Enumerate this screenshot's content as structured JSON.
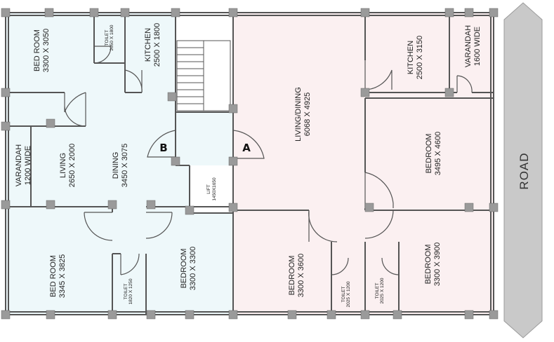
{
  "road": {
    "label": "ROAD"
  },
  "flat_b": {
    "marker": "B",
    "rooms": [
      {
        "id": "bedroom-1",
        "name": "BED ROOM",
        "dims": "3300 X 3050"
      },
      {
        "id": "toilet-1",
        "name": "TOILET",
        "dims": "2050 X 1800"
      },
      {
        "id": "kitchen-1",
        "name": "KITCHEN",
        "dims": "2500 X 1800"
      },
      {
        "id": "verandah-1",
        "name": "VARANDAH",
        "dims": "1200 WIDE"
      },
      {
        "id": "living-1",
        "name": "LIVING",
        "dims": "2650 X 2000"
      },
      {
        "id": "dining-1",
        "name": "DINING",
        "dims": "3450 X 3075"
      },
      {
        "id": "bedroom-2",
        "name": "BED ROOM",
        "dims": "3345 X 3825"
      },
      {
        "id": "toilet-2",
        "name": "TOILET",
        "dims": "1820 X 1250"
      },
      {
        "id": "bedroom-3",
        "name": "BEDROOM",
        "dims": "3300 X 3300"
      }
    ]
  },
  "core": {
    "lift": {
      "name": "LIFT",
      "dims": "1450X1650"
    }
  },
  "flat_a": {
    "marker": "A",
    "rooms": [
      {
        "id": "living-dining-a",
        "name": "LIVING/DINING",
        "dims": "6068 X 4925"
      },
      {
        "id": "kitchen-a",
        "name": "KITCHEN",
        "dims": "2500 X 3150"
      },
      {
        "id": "verandah-a",
        "name": "VARANDAH",
        "dims": "1600 WIDE"
      },
      {
        "id": "bedroom-a1",
        "name": "BEDROOM",
        "dims": "3495 X 4600"
      },
      {
        "id": "bedroom-a2",
        "name": "BEDROOM",
        "dims": "3300 X 3600"
      },
      {
        "id": "toilet-a1",
        "name": "TOILET",
        "dims": "2025 X 1200"
      },
      {
        "id": "toilet-a2",
        "name": "TOILET",
        "dims": "2025 X 1200"
      },
      {
        "id": "bedroom-a3",
        "name": "BEDROOM",
        "dims": "3300 X 3900"
      }
    ]
  },
  "colors": {
    "flat_b_fill": "#eef8fa",
    "flat_a_fill": "#fbf0f1",
    "wall": "#555555",
    "column": "#9a9a9a",
    "road_fill": "#c9c9c9"
  }
}
